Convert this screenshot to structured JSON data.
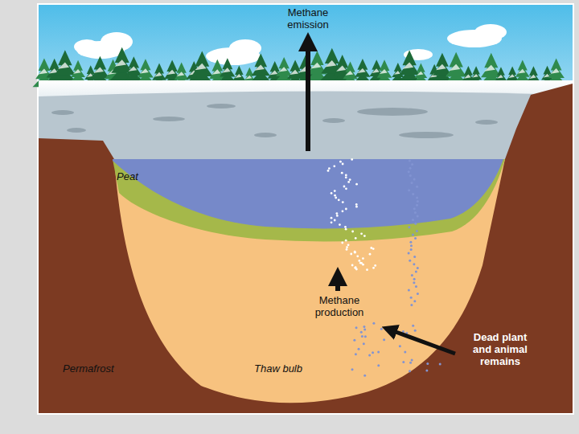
{
  "diagram": {
    "labels": [
      "Methane emission",
      "Peat",
      "Permafrost",
      "Thaw bulb",
      "Methane production",
      "Dead plant and animal remains"
    ]
  }
}
